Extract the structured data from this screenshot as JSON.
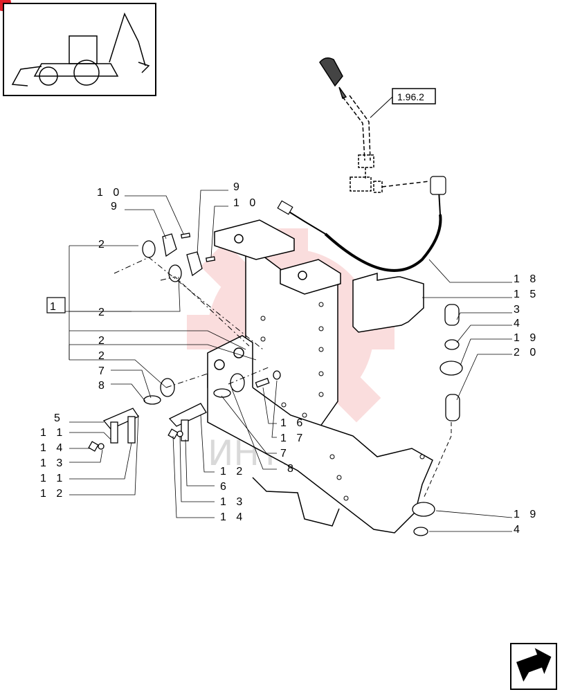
{
  "reference": "1.96.2",
  "watermark": "ИНТЕХ",
  "callouts": [
    {
      "id": "c10a",
      "text": "1 0"
    },
    {
      "id": "c9a",
      "text": "9"
    },
    {
      "id": "c9b",
      "text": "9"
    },
    {
      "id": "c10b",
      "text": "1 0"
    },
    {
      "id": "c2a",
      "text": "2"
    },
    {
      "id": "c1",
      "text": "1"
    },
    {
      "id": "c2b",
      "text": "2"
    },
    {
      "id": "c2c",
      "text": "2"
    },
    {
      "id": "c2d",
      "text": "2"
    },
    {
      "id": "c7a",
      "text": "7"
    },
    {
      "id": "c8a",
      "text": "8"
    },
    {
      "id": "c5",
      "text": "5"
    },
    {
      "id": "c11a",
      "text": "1 1"
    },
    {
      "id": "c14a",
      "text": "1 4"
    },
    {
      "id": "c13a",
      "text": "1 3"
    },
    {
      "id": "c11b",
      "text": "1 1"
    },
    {
      "id": "c12a",
      "text": "1 2"
    },
    {
      "id": "c12b",
      "text": "1 2"
    },
    {
      "id": "c6",
      "text": "6"
    },
    {
      "id": "c13b",
      "text": "1 3"
    },
    {
      "id": "c14b",
      "text": "1 4"
    },
    {
      "id": "c16",
      "text": "1 6"
    },
    {
      "id": "c17",
      "text": "1 7"
    },
    {
      "id": "c7b",
      "text": "7"
    },
    {
      "id": "c8b",
      "text": "8"
    },
    {
      "id": "c18",
      "text": "1 8"
    },
    {
      "id": "c15",
      "text": "1 5"
    },
    {
      "id": "c3",
      "text": "3"
    },
    {
      "id": "c4a",
      "text": "4"
    },
    {
      "id": "c19a",
      "text": "1 9"
    },
    {
      "id": "c20",
      "text": "2 0"
    },
    {
      "id": "c19b",
      "text": "1 9"
    },
    {
      "id": "c4b",
      "text": "4"
    }
  ],
  "icons": {
    "thumbnail": "backhoe-loader-icon",
    "nav": "next-page-arrow-icon",
    "watermark": "gear-logo-watermark"
  },
  "colors": {
    "line": "#000000",
    "watermark": "#f2a0a0",
    "corner_tab": "#e0202a"
  }
}
